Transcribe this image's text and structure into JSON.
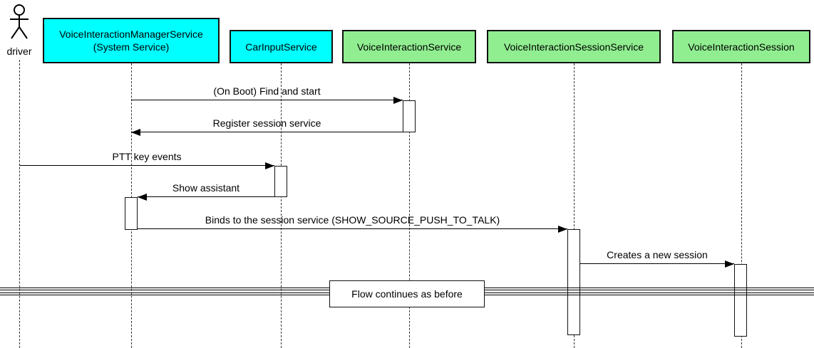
{
  "actor": {
    "label": "driver"
  },
  "participants": [
    {
      "label": "VoiceInteractionManagerService",
      "sublabel": "(System Service)",
      "fill": "#00FFFF"
    },
    {
      "label": "CarInputService",
      "fill": "#00FFFF"
    },
    {
      "label": "VoiceInteractionService",
      "fill": "#90EE90"
    },
    {
      "label": "VoiceInteractionSessionService",
      "fill": "#90EE90"
    },
    {
      "label": "VoiceInteractionSession",
      "fill": "#90EE90"
    }
  ],
  "messages": [
    {
      "label": "(On Boot) Find and start",
      "from": "VoiceInteractionManagerService",
      "to": "VoiceInteractionService",
      "direction": "right"
    },
    {
      "label": "Register session service",
      "from": "VoiceInteractionService",
      "to": "VoiceInteractionManagerService",
      "direction": "left"
    },
    {
      "label": "PTT key events",
      "from": "driver",
      "to": "CarInputService",
      "direction": "right"
    },
    {
      "label": "Show assistant",
      "from": "CarInputService",
      "to": "VoiceInteractionManagerService",
      "direction": "left"
    },
    {
      "label": "Binds to the session service (SHOW_SOURCE_PUSH_TO_TALK)",
      "from": "VoiceInteractionManagerService",
      "to": "VoiceInteractionSessionService",
      "direction": "right"
    },
    {
      "label": "Creates a new session",
      "from": "VoiceInteractionSessionService",
      "to": "VoiceInteractionSession",
      "direction": "right"
    }
  ],
  "divider": {
    "label": "Flow continues as before"
  },
  "colors": {
    "participant_cyan": "#00FFFF",
    "participant_green": "#90EE90",
    "line": "#000000",
    "background": "#FFFFFF"
  }
}
